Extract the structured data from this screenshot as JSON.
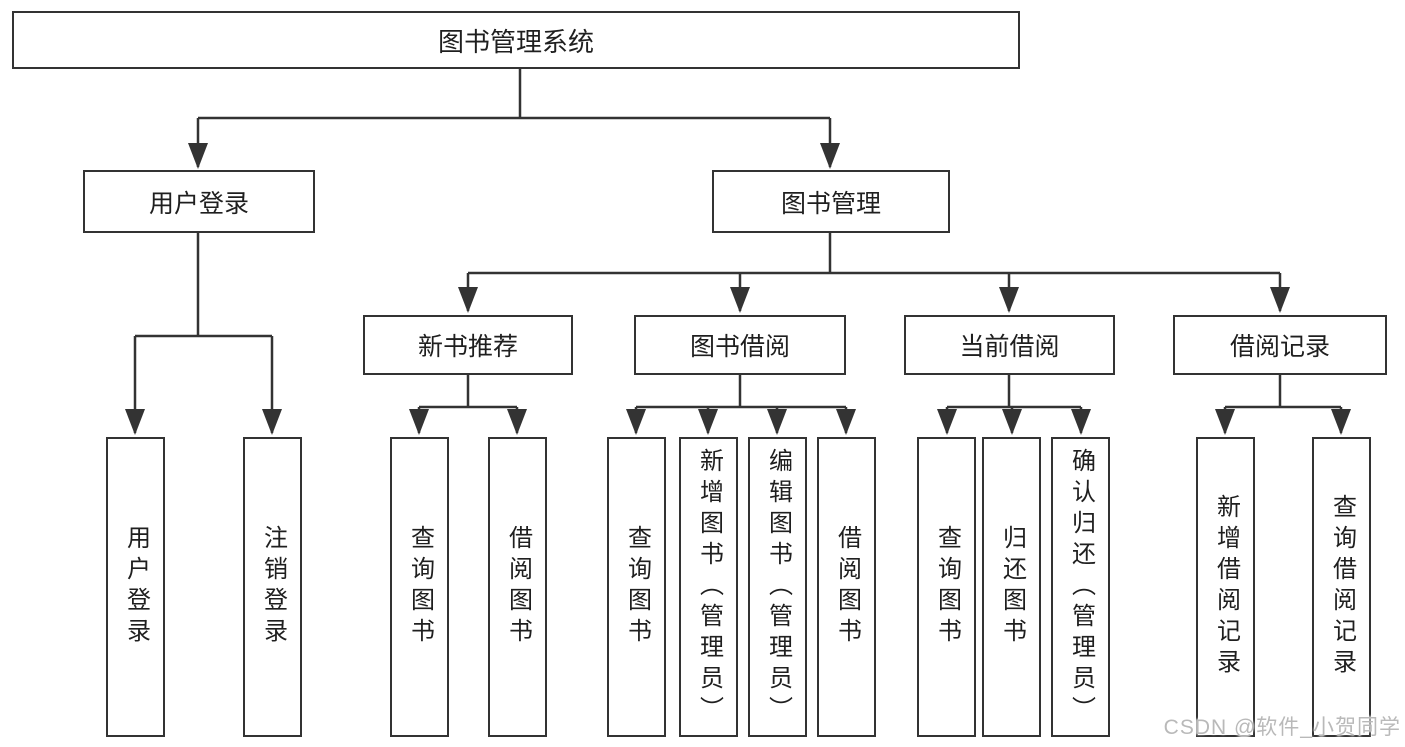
{
  "tree": {
    "label": "图书管理系统",
    "children": [
      {
        "label": "用户登录",
        "children": [
          {
            "label": "用户登录"
          },
          {
            "label": "注销登录"
          }
        ]
      },
      {
        "label": "图书管理",
        "children": [
          {
            "label": "新书推荐",
            "children": [
              {
                "label": "查询图书"
              },
              {
                "label": "借阅图书"
              }
            ]
          },
          {
            "label": "图书借阅",
            "children": [
              {
                "label": "查询图书"
              },
              {
                "label": "新增图书（管理员）"
              },
              {
                "label": "编辑图书（管理员）"
              },
              {
                "label": "借阅图书"
              }
            ]
          },
          {
            "label": "当前借阅",
            "children": [
              {
                "label": "查询图书"
              },
              {
                "label": "归还图书"
              },
              {
                "label": "确认归还（管理员）"
              }
            ]
          },
          {
            "label": "借阅记录",
            "children": [
              {
                "label": "新增借阅记录"
              },
              {
                "label": "查询借阅记录"
              }
            ]
          }
        ]
      }
    ]
  },
  "watermark": "CSDN @软件_小贺同学",
  "colors": {
    "line": "#333333",
    "box_border": "#333333",
    "box_fill": "#ffffff",
    "text": "#1f1f1f",
    "watermark": "#b9b9b9",
    "background": "#ffffff"
  }
}
